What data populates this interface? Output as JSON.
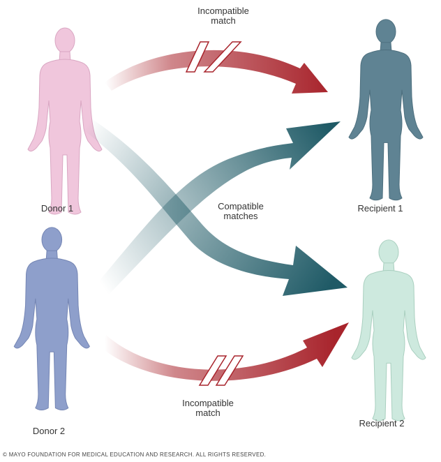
{
  "labels": {
    "donor_1": "Donor 1",
    "donor_2": "Donor 2",
    "recipient_1": "Recipient 1",
    "recipient_2": "Recipient 2",
    "incompatible_top_line1": "Incompatible",
    "incompatible_top_line2": "match",
    "incompatible_bottom_line1": "Incompatible",
    "incompatible_bottom_line2": "match",
    "compatible_line1": "Compatible",
    "compatible_line2": "matches"
  },
  "copyright": "© MAYO FOUNDATION FOR MEDICAL EDUCATION AND RESEARCH. ALL RIGHTS RESERVED.",
  "colors": {
    "donor_1": "#f0c6dc",
    "donor_2": "#8e9fcb",
    "recipient_1": "#5f8393",
    "recipient_2": "#cde9de",
    "incompatible_arrow": "#a8242c",
    "compatible_arrow": "#1f5a66"
  }
}
